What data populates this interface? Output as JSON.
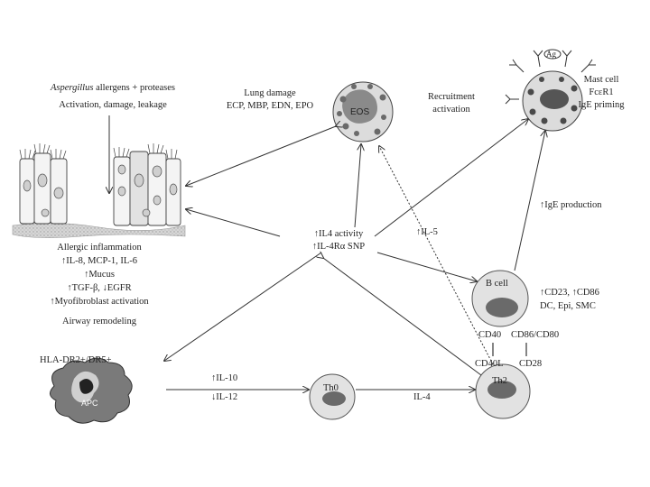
{
  "epithelium": {
    "title_italic": "Aspergillus",
    "title_rest": " allergens + proteases",
    "subtitle": "Activation, damage, leakage",
    "inflammation": {
      "heading": "Allergic inflammation",
      "lines": [
        "↑IL-8, MCP-1, IL-6",
        "↑Mucus",
        "↑TGF-β, ↓EGFR",
        "↑Myofibroblast activation"
      ]
    },
    "remodeling": "Airway remodeling"
  },
  "eos": {
    "label": "EOS",
    "damage_title": "Lung damage",
    "damage_mediators": "ECP, MBP, EDN, EPO",
    "recruit_line1": "Recruitment",
    "recruit_line2": "activation"
  },
  "mast": {
    "label": "Ag",
    "line1": "Mast cell",
    "line2": "FcεR1",
    "line3": "IgE priming"
  },
  "center": {
    "line1": "↑IL4 activity",
    "line2": "↑IL-4Rα SNP"
  },
  "il5": "↑IL-5",
  "ige_production": "↑IgE production",
  "bcell": {
    "label": "B cell",
    "markers1": "↑CD23, ↑CD86",
    "markers2": "DC, Epi, SMC",
    "cd40": "CD40",
    "cd86_80": "CD86/CD80"
  },
  "th2": {
    "label": "Th2",
    "cd40l": "CD40L",
    "cd28": "CD28"
  },
  "apc": {
    "label": "APC",
    "hla": "HLA-DR2+/DR5+",
    "il10": "↑IL-10",
    "il12": "↓IL-12"
  },
  "th0": {
    "label": "Th0",
    "il4": "IL-4"
  }
}
